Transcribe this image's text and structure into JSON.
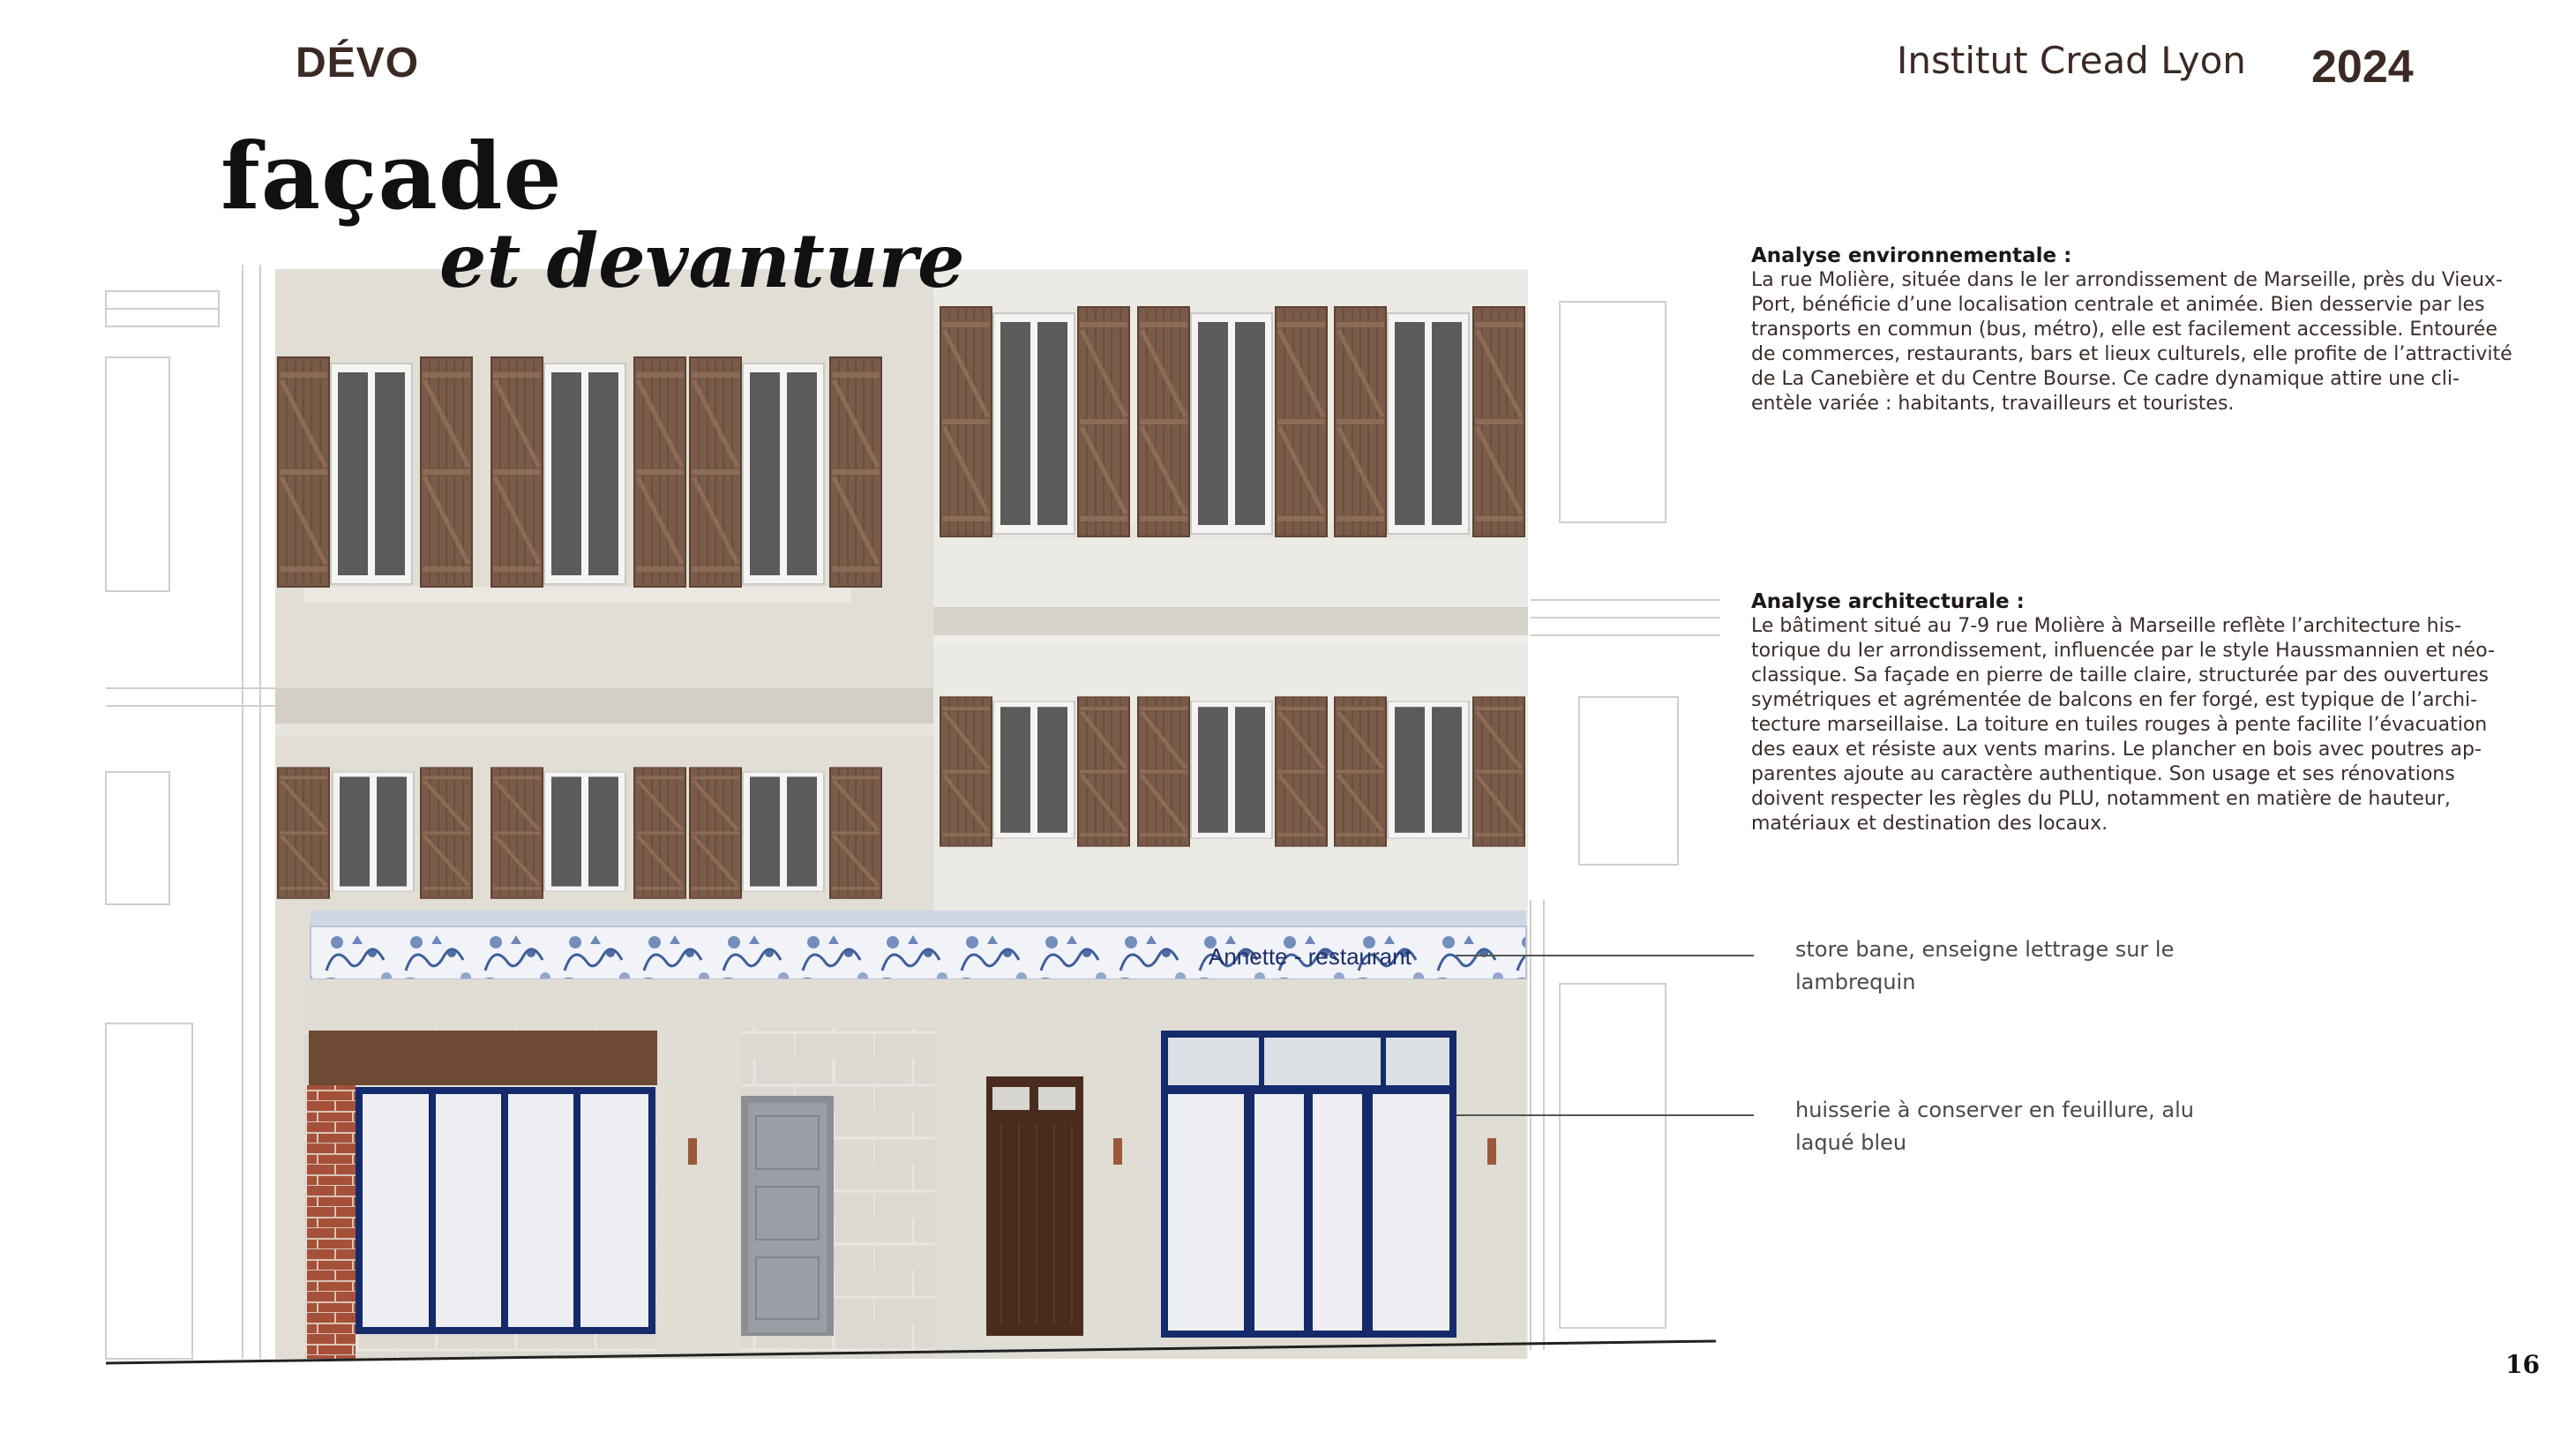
{
  "header": {
    "brand": "DÉVO",
    "institute": "Institut Cread Lyon",
    "year": "2024"
  },
  "title": {
    "line1": "façade",
    "line2": "et devanture"
  },
  "env_analysis": {
    "heading": "Analyse environnementale :",
    "lines": [
      "La rue Molière, située dans le Ier arrondissement de Marseille, près du Vieux-",
      "Port, bénéficie d’une localisation centrale et animée. Bien desservie par les",
      "transports en commun (bus, métro), elle est facilement accessible. Entourée",
      "de commerces, restaurants, bars et lieux culturels, elle profite de l’attractivité",
      "de La Canebière et du Centre Bourse. Ce cadre dynamique attire une cli-",
      "entèle variée : habitants, travailleurs et touristes."
    ]
  },
  "arch_analysis": {
    "heading": "Analyse architecturale :",
    "lines": [
      "Le bâtiment situé au 7-9 rue Molière à Marseille reflète l’architecture his-",
      "torique du Ier arrondissement, influencée par le style Haussmannien et néo-",
      "classique. Sa façade en pierre de taille claire, structurée par des ouvertures",
      "symétriques et agrémentée de balcons en fer forgé, est typique de l’archi-",
      "tecture marseillaise. La toiture en tuiles rouges à pente facilite l’évacuation",
      "des eaux et résiste aux vents marins. Le plancher en bois avec poutres ap-",
      "parentes ajoute au caractère authentique. Son usage et ses rénovations",
      "doivent respecter les règles du PLU, notamment en matière de hauteur,",
      "matériaux et destination des locaux."
    ]
  },
  "annotations": {
    "awning_lines": [
      "store bane, enseigne lettrage sur le",
      "lambrequin"
    ],
    "frame_lines": [
      "huisserie à conserver en feuillure, alu",
      "laqué bleu"
    ]
  },
  "sign_text": "Annette -  restaurant",
  "page_number": "16",
  "colors": {
    "brand_text": "#3b2a24",
    "shutter_wood": "#7a5a48",
    "window_glass": "#5b5b5b",
    "facade_stone": "#e6e2da",
    "frame_blue": "#142a6b",
    "door_wood": "#4a2c1e",
    "brick": "#a6503a",
    "toile_blue": "#3e5f9a"
  }
}
